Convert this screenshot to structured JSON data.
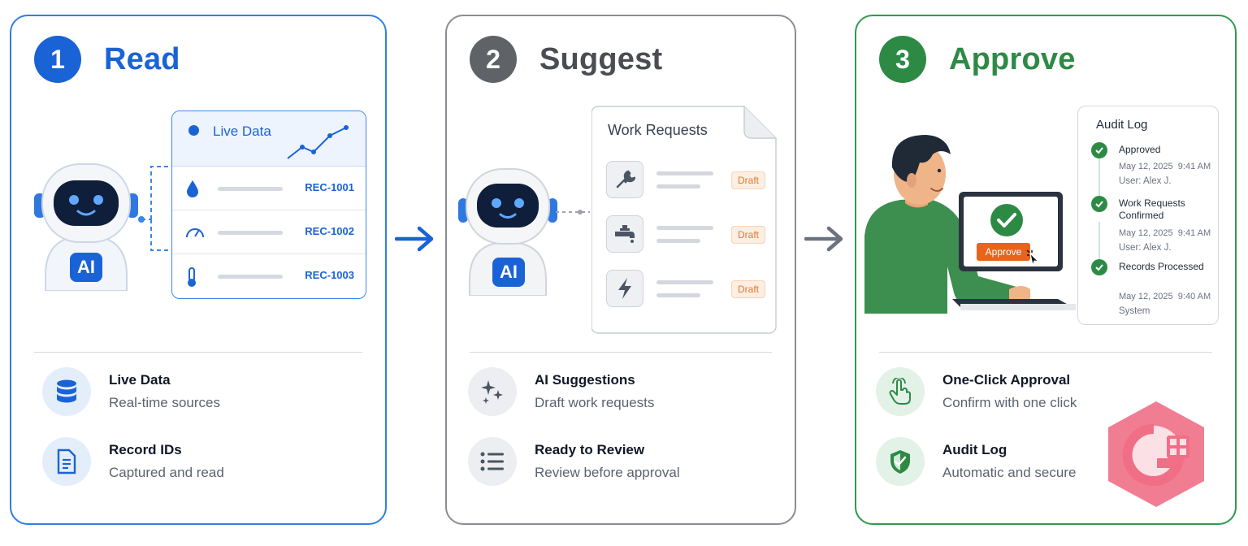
{
  "steps": [
    {
      "number": "1",
      "title": "Read",
      "card": {
        "title": "Live Data",
        "records": [
          "REC-1001",
          "REC-1002",
          "REC-1003"
        ],
        "record_icons": [
          "droplet-icon",
          "gauge-icon",
          "thermometer-icon"
        ]
      },
      "robot_badge": "AI",
      "features": [
        {
          "title": "Live Data",
          "subtitle": "Real-time sources",
          "icon": "database-icon"
        },
        {
          "title": "Record IDs",
          "subtitle": "Captured and read",
          "icon": "document-icon"
        }
      ]
    },
    {
      "number": "2",
      "title": "Suggest",
      "document": {
        "title": "Work Requests",
        "items": [
          {
            "icon": "wrench-icon",
            "status": "Draft"
          },
          {
            "icon": "faucet-icon",
            "status": "Draft"
          },
          {
            "icon": "lightning-icon",
            "status": "Draft"
          }
        ]
      },
      "robot_badge": "AI",
      "features": [
        {
          "title": "AI Suggestions",
          "subtitle": "Draft work requests",
          "icon": "sparkles-icon"
        },
        {
          "title": "Ready to Review",
          "subtitle": "Review before approval",
          "icon": "list-icon"
        }
      ]
    },
    {
      "number": "3",
      "title": "Approve",
      "laptop_button": "Approve",
      "audit_log": {
        "title": "Audit Log",
        "entries": [
          {
            "name": "Approved",
            "date": "May 12, 2025",
            "time": "9:41 AM",
            "user": "User: Alex J."
          },
          {
            "name": "Work Requests Confirmed",
            "date": "May 12, 2025",
            "time": "9:41 AM",
            "user": "User: Alex J."
          },
          {
            "name": "Records Processed",
            "date": "May 12, 2025",
            "time": "9:40 AM",
            "user": "System"
          }
        ]
      },
      "features": [
        {
          "title": "One-Click Approval",
          "subtitle": "Confirm with one click",
          "icon": "pointer-hand-icon"
        },
        {
          "title": "Audit Log",
          "subtitle": "Automatic and secure",
          "icon": "shield-check-icon"
        }
      ]
    }
  ],
  "colors": {
    "read": "#1a63d6",
    "suggest": "#5f6368",
    "approve": "#2d8a45",
    "draft": "#e07a2e",
    "approve_button": "#e8641c"
  }
}
